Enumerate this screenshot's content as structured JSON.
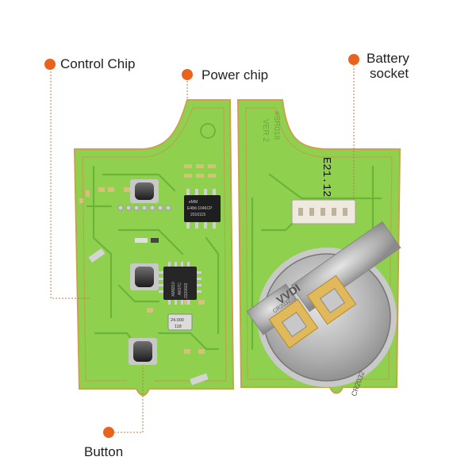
{
  "labels": {
    "control_chip": "Control Chip",
    "power_chip": "Power chip",
    "battery_socket_line1": "Battery",
    "battery_socket_line2": "socket",
    "button": "Button"
  },
  "board_markings": {
    "left_chip_top": "eMM",
    "left_chip_mid": "E48d·1046CP",
    "left_chip_bot": "2016115",
    "mid_chip_a": "XM6810",
    "mid_chip_b": "AK07C",
    "mid_chip_c": "2320602",
    "crystal_a": "24.000",
    "crystal_b": "118",
    "right_model": "#SR018",
    "right_ver": "VER 2",
    "right_date": "E21.12.16",
    "battery_brand": "VVDI",
    "battery_model": "CR2032",
    "battery_model_edge": "CR2032"
  },
  "colors": {
    "accent_dot": "#e8641c",
    "pcb_green": "#8fd14f",
    "pcb_edge": "#c9a24a",
    "leader_line": "#c07840"
  }
}
